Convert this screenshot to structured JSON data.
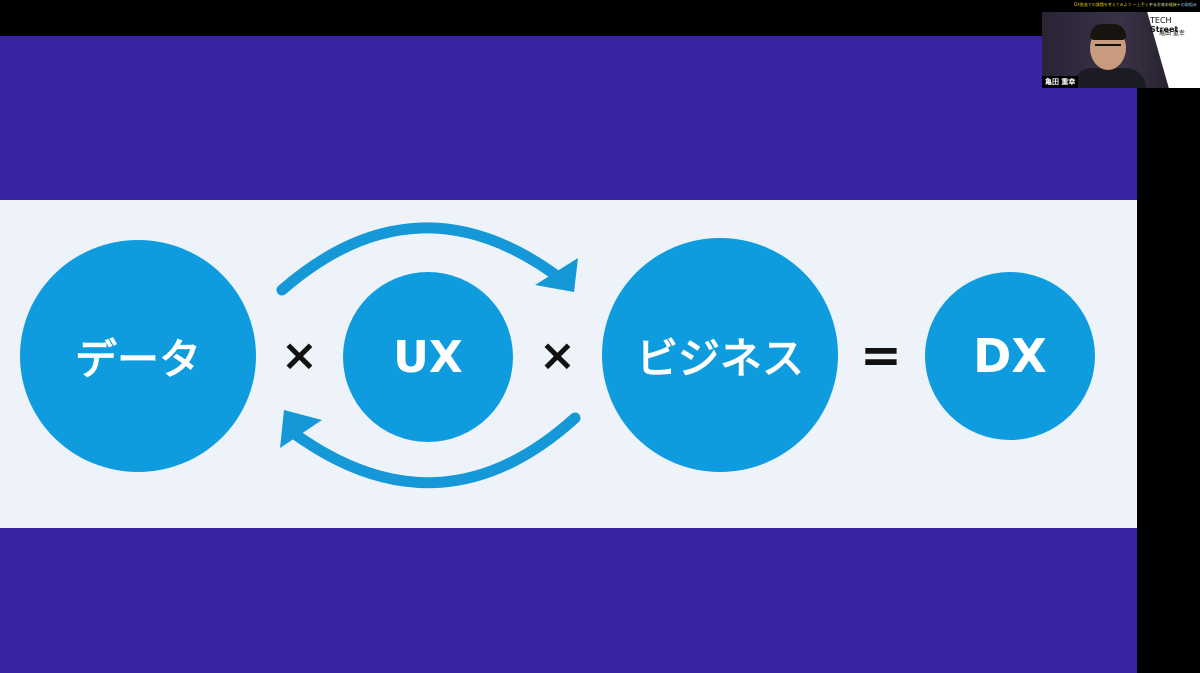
{
  "slide": {
    "circles": {
      "data": "データ",
      "ux": "UX",
      "business": "ビジネス",
      "dx": "DX"
    },
    "operators": {
      "times1": "×",
      "times2": "×",
      "equals": "="
    },
    "colors": {
      "background": "#3a23a2",
      "band": "#eef3fa",
      "circle": "#0f9cdf",
      "arrow": "#1598d8"
    }
  },
  "webcam": {
    "brand_prefix": "TECH",
    "brand_suffix": "Street",
    "brand_name": "亀田 重幸",
    "name_tag": "亀田 重幸",
    "topbar_text_left": "DX推進での課題を考えてみよう ～上手くやるための秘訣～",
    "topbar_text_right": "テックストリートの取組み"
  }
}
